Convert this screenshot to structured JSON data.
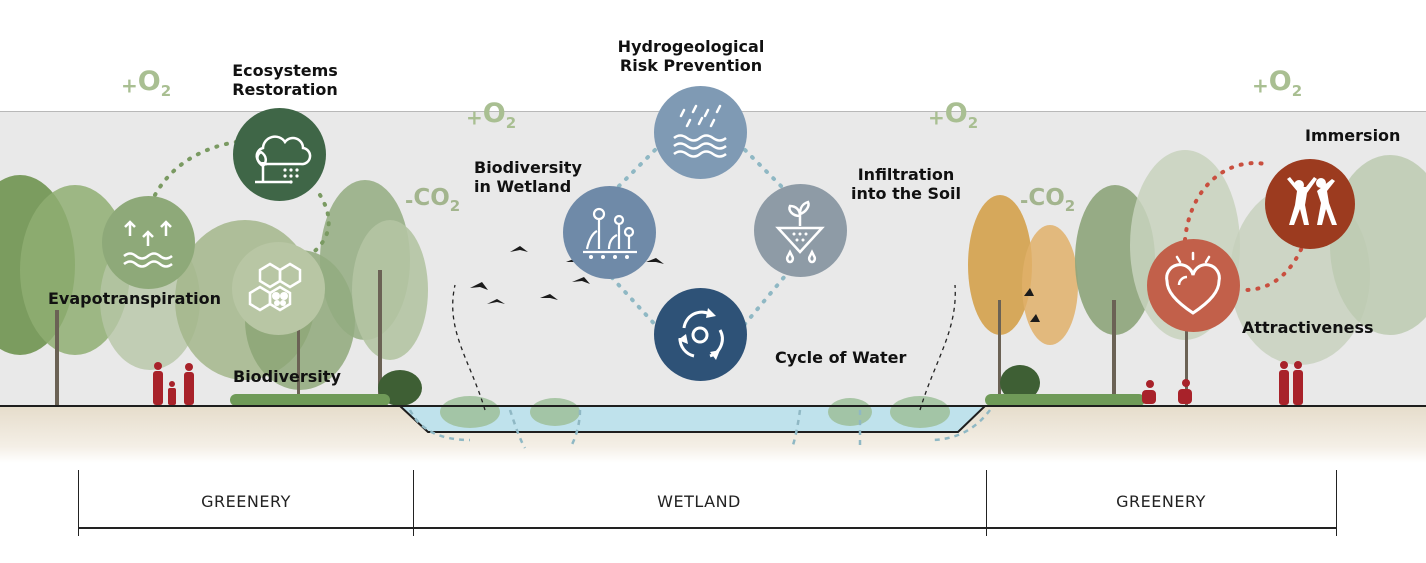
{
  "labels": {
    "ecosystems_restoration": "Ecosystems\nRestoration",
    "evapotranspiration": "Evapotranspiration",
    "biodiversity": "Biodiversity",
    "hydrogeological": "Hydrogeological\nRisk Prevention",
    "biodiversity_wetland": "Biodiversity\nin Wetland",
    "infiltration": "Infiltration\ninto the Soil",
    "cycle_of_water": "Cycle of Water",
    "immersion": "Immersion",
    "attractiveness": "Attractiveness"
  },
  "gases": {
    "o2_prefix": "+",
    "o2_main": "O",
    "o2_sub": "2",
    "co2_prefix": "-",
    "co2_main": "CO",
    "co2_sub": "2"
  },
  "zones": {
    "left": "GREENERY",
    "middle": "WETLAND",
    "right": "GREENERY"
  },
  "colors": {
    "dark_green": "#3f6647",
    "mid_green": "#8ea979",
    "pale_green": "#b8c6a4",
    "blue_gray": "#7f9ab4",
    "slate_blue": "#6f8aa8",
    "navy": "#2e5277",
    "rust": "#9c3b1f",
    "terracotta": "#c2604a",
    "figure_red": "#a8222a",
    "water": "#bfe2ec"
  },
  "icons": {
    "ecosystems_restoration": "cloud-rain-plant-icon",
    "evapotranspiration": "arrows-up-waves-icon",
    "biodiversity": "hexagon-butterfly-icon",
    "hydrogeological": "rain-waves-icon",
    "biodiversity_wetland": "flowers-icon",
    "infiltration": "sprout-soil-drops-icon",
    "cycle_of_water": "recycle-arrows-icon",
    "immersion": "people-celebrating-icon",
    "attractiveness": "heart-icon"
  }
}
